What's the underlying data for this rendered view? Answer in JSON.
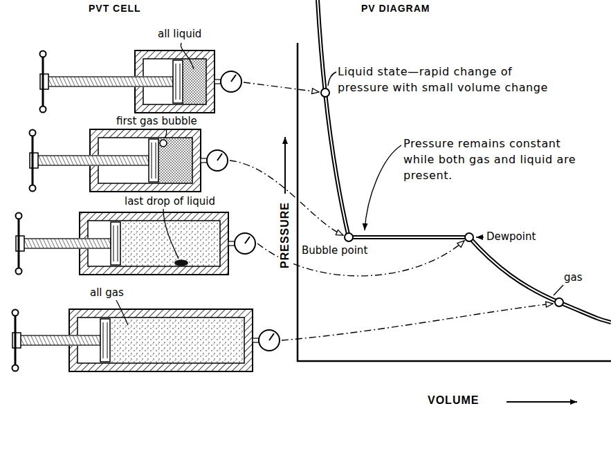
{
  "diagram": {
    "labels": [
      "PVT CELL",
      "PV DIAGRAM",
      "all liquid",
      "first gas bubble",
      "last drop of liquid",
      "all gas",
      "Liquid state—rapid change of pressure with small volume change",
      "Pressure remains constant while both gas and liquid are present.",
      "Dewpoint",
      "Bubble point",
      "gas",
      "PRESSURE",
      "VOLUME"
    ]
  }
}
